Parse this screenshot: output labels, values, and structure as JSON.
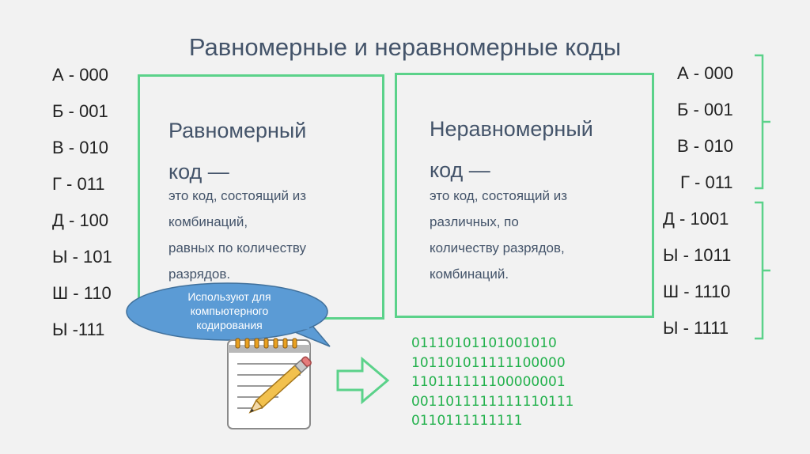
{
  "slide": {
    "title": "Равномерные и неравномерные коды"
  },
  "left_codes": [
    "А - 000",
    "Б - 001",
    "В - 010",
    "Г - 011",
    "Д - 100",
    "Ы - 101",
    "Ш - 110",
    "Ы -111"
  ],
  "right_codes": [
    "А - 000",
    "Б - 001",
    "В - 010",
    "Г - 011",
    "Д - 1001",
    "Ы - 1011",
    "Ш - 1110",
    "Ы - 1111"
  ],
  "uniform_box": {
    "heading_line1": "Равномерный",
    "heading_line2": "код —",
    "text_lines": [
      "это код, состоящий из",
      "комбинаций,",
      "равных по количеству",
      "разрядов."
    ]
  },
  "nonuniform_box": {
    "heading_line1": "Неравномерный",
    "heading_line2": "код —",
    "text_lines": [
      "это код, состоящий из",
      "различных, по",
      "количеству разрядов,",
      "комбинаций."
    ]
  },
  "callout": {
    "lines": [
      "Используют  для",
      "компьютерного",
      "кодирования"
    ]
  },
  "binary_lines": [
    "01110101101001010",
    "101101011111100000",
    "110111111100000001",
    "0011011111111110111",
    "0110111111111"
  ],
  "icons": {
    "notepad": "notepad-pencil-icon",
    "arrow": "right-arrow-icon"
  },
  "colors": {
    "accent_green": "#5bd28a",
    "title": "#44546a",
    "bubble": "#5b9bd5",
    "binary": "#22b14c"
  }
}
